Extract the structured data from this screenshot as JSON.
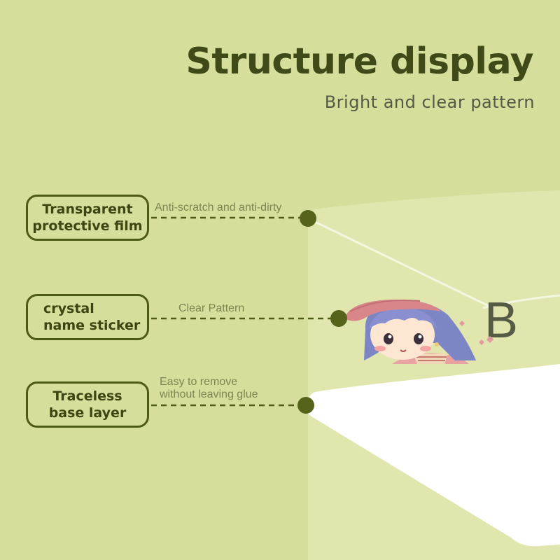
{
  "header": {
    "title": "Structure display",
    "subtitle": "Bright and clear pattern"
  },
  "layers": [
    {
      "label_lines": [
        "Transparent",
        "protective film"
      ],
      "annotation_lines": [
        "Anti-scratch and anti-dirty"
      ]
    },
    {
      "label_lines": [
        "crystal",
        "name sticker"
      ],
      "annotation_lines": [
        "Clear Pattern"
      ]
    },
    {
      "label_lines": [
        "Traceless",
        "base layer"
      ],
      "annotation_lines": [
        "Easy to remove",
        "without leaving glue"
      ]
    }
  ],
  "sticker": {
    "visible_text": "B"
  },
  "colors": {
    "background": "#d6de9b",
    "accent_dark": "#4d5a18",
    "title": "#3f4a18"
  }
}
